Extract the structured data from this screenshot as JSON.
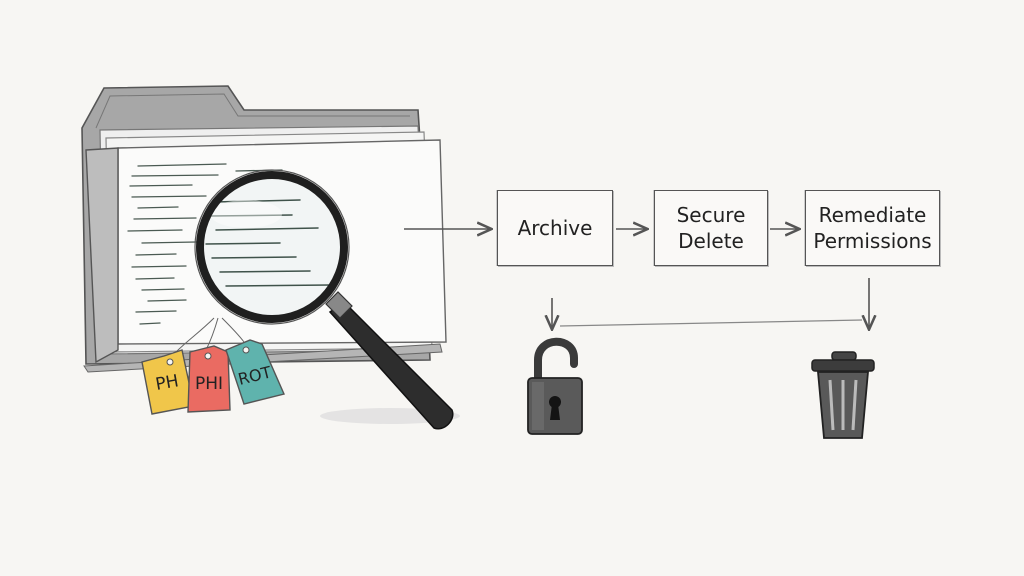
{
  "steps": [
    {
      "label": "Archive"
    },
    {
      "label": "Secure\nDelete"
    },
    {
      "label": "Remediate\nPermissions"
    }
  ],
  "tags": [
    {
      "label": "PH",
      "color": "#f0c64a"
    },
    {
      "label": "PHI",
      "color": "#ea6b62"
    },
    {
      "label": "ROT",
      "color": "#5fb3ad"
    }
  ],
  "icons": {
    "folder": "folder-icon",
    "magnifier": "magnifying-glass-icon",
    "unlock": "open-padlock-icon",
    "trash": "trash-can-icon"
  },
  "colors": {
    "background": "#f7f6f3",
    "stroke": "#444444",
    "folder": "#a9a9a9"
  }
}
